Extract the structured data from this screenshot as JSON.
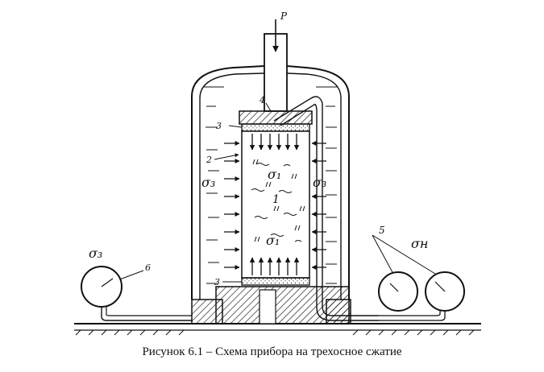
{
  "labels": {
    "force": "P",
    "top_piston": "4",
    "porous_stone_top": "3",
    "porous_stone_bottom": "3",
    "membrane": "2",
    "sample": "1",
    "sigma1_top": "σ₁",
    "sigma1_bottom": "σ₁",
    "sigma3_left": "σ₃",
    "sigma3_right": "σ₃",
    "sigma3_gauge": "σ₃",
    "gauge_6": "6",
    "gauges_5": "5",
    "sigma_n": "σн"
  },
  "caption": "Рисунок 6.1 – Схема прибора на трехосное сжатие"
}
